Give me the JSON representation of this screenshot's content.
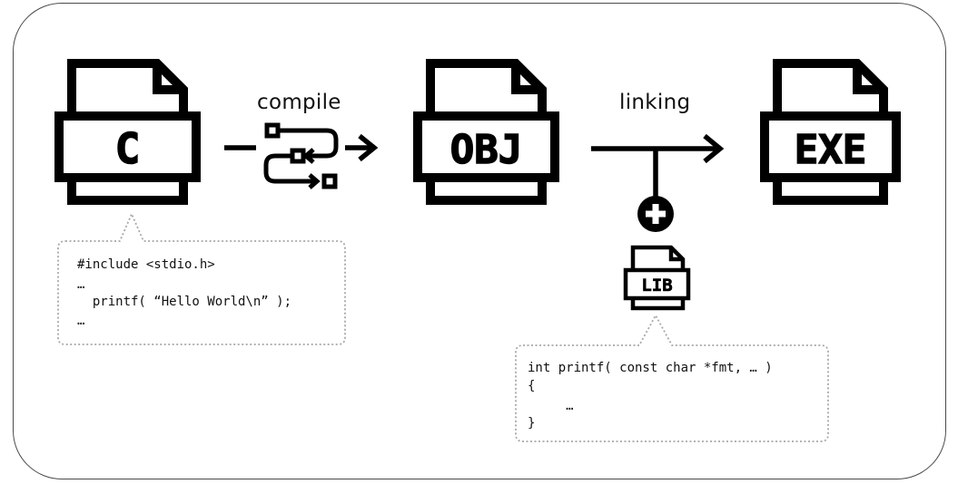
{
  "files": {
    "c": "C",
    "obj": "OBJ",
    "exe": "EXE",
    "lib": "LIB"
  },
  "labels": {
    "compile": "compile",
    "linking": "linking"
  },
  "source_code": {
    "line1": "#include <stdio.h>",
    "line2": "…",
    "line3": "  printf( “Hello World\\n” );",
    "line4": "…"
  },
  "lib_code": {
    "line1": "int printf( const char *fmt, … )",
    "line2": "{",
    "line3": "     …",
    "line4": "}"
  },
  "colors": {
    "stroke": "#000000",
    "bubble_border": "#a8a8a8",
    "frame_border": "#4a4a4a"
  }
}
